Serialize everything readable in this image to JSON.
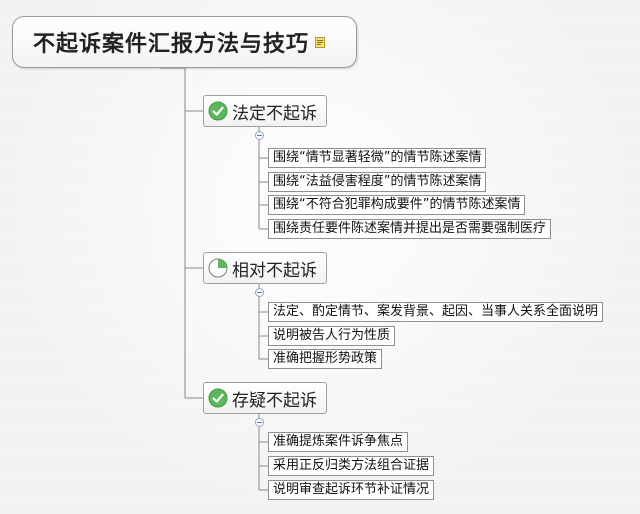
{
  "root": {
    "title": "不起诉案件汇报方法与技巧",
    "note_icon": "note-icon"
  },
  "branches": [
    {
      "label": "法定不起诉",
      "icon": "check-circle-icon",
      "icon_color": "#5cb85c",
      "leaves": [
        "围绕“情节显著轻微”的情节陈述案情",
        "围绕“法益侵害程度”的情节陈述案情",
        "围绕“不符合犯罪构成要件”的情节陈述案情",
        "围绕责任要件陈述案情并提出是否需要强制医疗"
      ]
    },
    {
      "label": "相对不起诉",
      "icon": "progress-quarter-icon",
      "icon_color": "#5cb85c",
      "progress": 0.25,
      "leaves": [
        "法定、酌定情节、案发背景、起因、当事人关系全面说明",
        "说明被告人行为性质",
        "准确把握形势政策"
      ]
    },
    {
      "label": "存疑不起诉",
      "icon": "check-circle-icon",
      "icon_color": "#5cb85c",
      "leaves": [
        "准确提炼案件诉争焦点",
        "采用正反归类方法组合证据",
        "说明审查起诉环节补证情况"
      ]
    }
  ]
}
